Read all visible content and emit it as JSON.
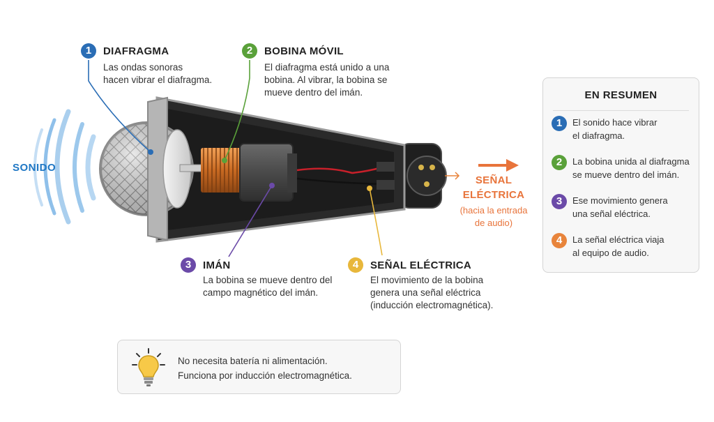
{
  "sound_label": "SONIDO",
  "callouts": [
    {
      "num": "1",
      "title": "DIAFRAGMA",
      "text": "Las ondas sonoras\nhacen vibrar el diafragma."
    },
    {
      "num": "2",
      "title": "BOBINA MÓVIL",
      "text": "El diafragma está unido a una\nbobina. Al vibrar, la bobina se\nmueve dentro del imán."
    },
    {
      "num": "3",
      "title": "IMÁN",
      "text": "La bobina se mueve dentro del\ncampo magnético del imán."
    },
    {
      "num": "4",
      "title": "SEÑAL ELÉCTRICA",
      "text": "El movimiento de la bobina\ngenera una señal eléctrica\n(inducción electromagnética)."
    }
  ],
  "output": {
    "title": "SEÑAL\nELÉCTRICA",
    "subtitle": "(hacia la entrada\nde audio)"
  },
  "summary": {
    "title": "EN RESUMEN",
    "items": [
      {
        "num": "1",
        "text": "El sonido hace vibrar\nel diafragma."
      },
      {
        "num": "2",
        "text": "La bobina unida al diafragma\nse mueve dentro del imán."
      },
      {
        "num": "3",
        "text": "Ese movimiento genera\nuna señal eléctrica."
      },
      {
        "num": "4",
        "text": "La señal eléctrica viaja\nal equipo de audio."
      }
    ]
  },
  "note": {
    "text": "No necesita batería ni alimentación.\nFunciona por inducción electromagnética."
  },
  "colors": {
    "step1": "#2a6db5",
    "step2": "#5aa13a",
    "step3": "#6b4aa8",
    "step4": "#e8843b",
    "sound": "#1f77c4",
    "signal": "#e8743b"
  }
}
